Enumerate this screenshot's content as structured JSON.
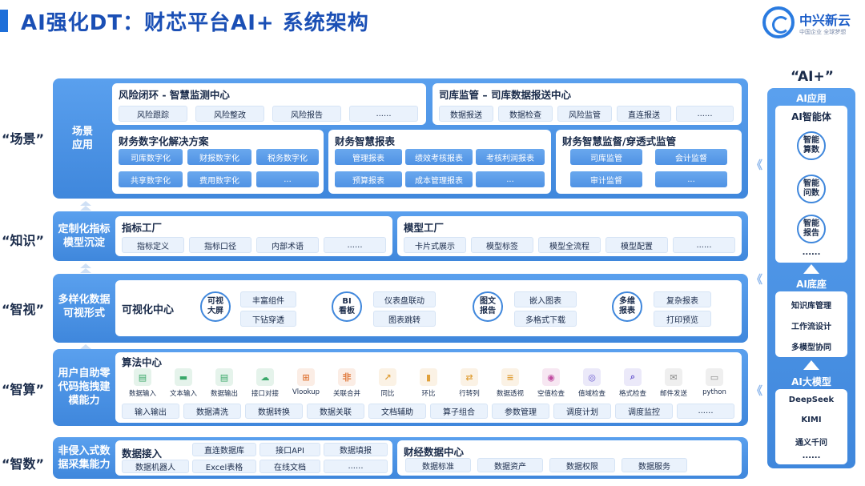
{
  "title": "AI强化DT：财芯平台AI+ 系统架构",
  "logo": {
    "name": "中兴新云",
    "slogan": "中国企业 全球梦想"
  },
  "rows": {
    "scene": "“场景”",
    "knowledge": "“知识”",
    "vision": "“智视”",
    "compute": "“智算”",
    "data": "“智数”"
  },
  "scene": {
    "title1": "场景",
    "title2": "应用",
    "risk": {
      "title": "风险闭环 - 智慧监测中心",
      "items": [
        "风险跟踪",
        "风险整改",
        "风险报告",
        "......"
      ]
    },
    "treasury": {
      "title": "司库监管 – 司库数据报送中心",
      "items": [
        "数据报送",
        "数据检查",
        "风险监管",
        "直连报送",
        "......"
      ]
    },
    "fin": {
      "title": "财务数字化解决方案",
      "items": [
        "司库数字化",
        "财报数字化",
        "税务数字化",
        "共享数字化",
        "费用数字化",
        "..."
      ]
    },
    "report": {
      "title": "财务智慧报表",
      "items": [
        "管理报表",
        "绩效考核报表",
        "考核利润报表",
        "预算报表",
        "成本管理报表",
        "..."
      ]
    },
    "audit": {
      "title": "财务智慧监督/穿透式监管",
      "items": [
        "司库监管",
        "会计监督",
        "审计监督",
        "..."
      ]
    }
  },
  "knowledge": {
    "title1": "定制化指标",
    "title2": "模型沉淀",
    "index": {
      "title": "指标工厂",
      "items": [
        "指标定义",
        "指标口径",
        "内部术语",
        "......"
      ]
    },
    "model": {
      "title": "模型工厂",
      "items": [
        "卡片式展示",
        "模型标签",
        "模型全流程",
        "模型配置",
        "......"
      ]
    }
  },
  "vision": {
    "title1": "多样化数据",
    "title2": "可视形式",
    "center": "可视化中心",
    "groups": [
      {
        "circle1": "可视",
        "circle2": "大屏",
        "items": [
          "丰富组件",
          "下钻穿透"
        ]
      },
      {
        "circle1": "BI",
        "circle2": "看板",
        "items": [
          "仪表盘联动",
          "图表跳转"
        ]
      },
      {
        "circle1": "图文",
        "circle2": "报告",
        "items": [
          "嵌入图表",
          "多格式下载"
        ]
      },
      {
        "circle1": "多维",
        "circle2": "报表",
        "items": [
          "复杂报表",
          "打印预览"
        ]
      }
    ]
  },
  "compute": {
    "title1": "用户自助零",
    "title2": "代码拖拽建",
    "title3": "模能力",
    "center": "算法中心",
    "tools": [
      "数据输入",
      "文本输入",
      "数据输出",
      "接口对接",
      "Vlookup",
      "关联合并",
      "同比",
      "环比",
      "行转列",
      "数据透视",
      "空值检查",
      "值域检查",
      "格式检查",
      "邮件发送",
      "python"
    ],
    "items": [
      "输入输出",
      "数据清洗",
      "数据转换",
      "数据关联",
      "文档辅助",
      "算子组合",
      "参数管理",
      "调度计划",
      "调度监控",
      "......"
    ]
  },
  "datal": {
    "title1": "非侵入式数",
    "title2": "据采集能力",
    "ingest": {
      "title": "数据接入",
      "items": [
        "直连数据库",
        "接口API",
        "数据填报",
        "数据机器人",
        "Excel表格",
        "在线文档",
        "......"
      ]
    },
    "center": {
      "title": "财经数据中心",
      "items": [
        "数据标准",
        "数据资产",
        "数据权限",
        "数据服务"
      ]
    }
  },
  "ai": {
    "head": "“AI+”",
    "app": "AI应用",
    "agent": {
      "title": "AI智能体",
      "c1": [
        "智能",
        "算数"
      ],
      "c2": [
        "智能",
        "问数"
      ],
      "c3": [
        "智能",
        "报告"
      ],
      "more": "......"
    },
    "base": {
      "title": "AI底座",
      "items": [
        "知识库管理",
        "工作流设计",
        "多模型协同"
      ]
    },
    "llm": {
      "title": "AI大模型",
      "items": [
        "DeepSeek",
        "KIMI",
        "通义千问",
        "......"
      ]
    }
  },
  "colors": {
    "primary": "#3f87dc",
    "title": "#1a4fb5",
    "chip": "#eaf2fc"
  }
}
